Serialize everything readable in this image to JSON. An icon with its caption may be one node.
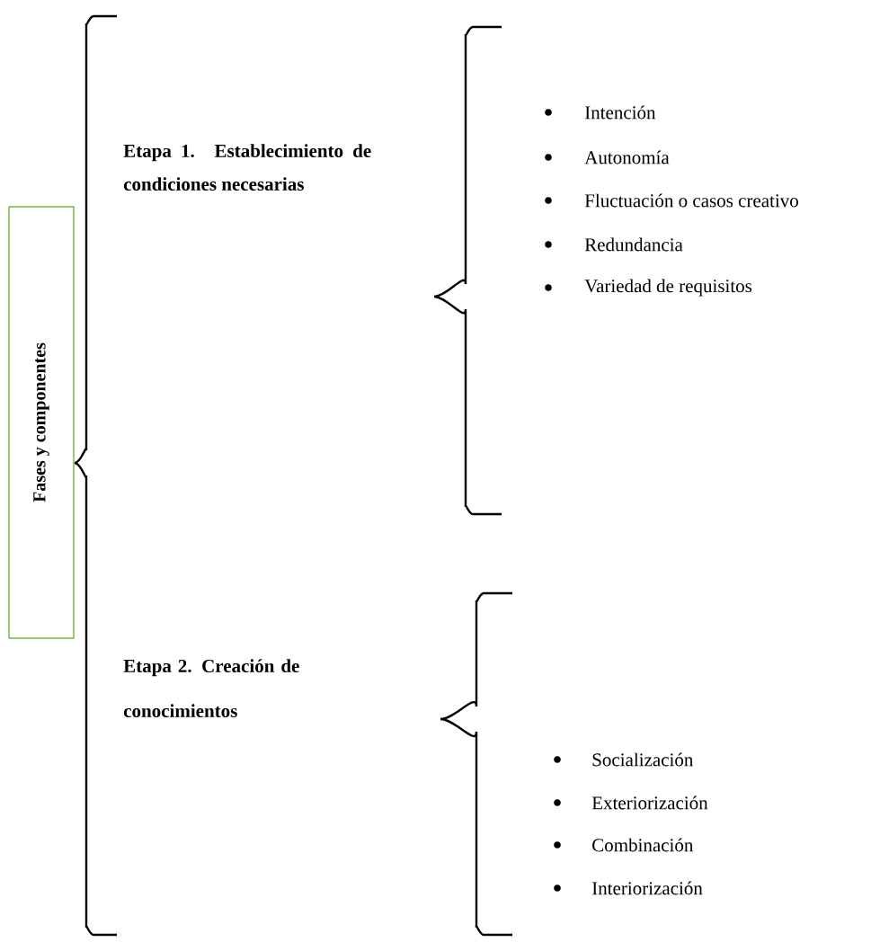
{
  "diagram": {
    "nodes": [
      {
        "text": [
          "Fases y componentes"
        ]
      }
    ],
    "labels": [
      "Etapa 1. Establecimiento de condiciones necesarias",
      "Intención",
      "Autonomía",
      "Fluctuación o casos creativo",
      "Redundancia",
      "Variedad de requisitos",
      "Etapa 2.  Creación de conocimientos",
      "Socialización",
      "Exteriorización",
      "Combinación",
      "Interiorización"
    ]
  }
}
